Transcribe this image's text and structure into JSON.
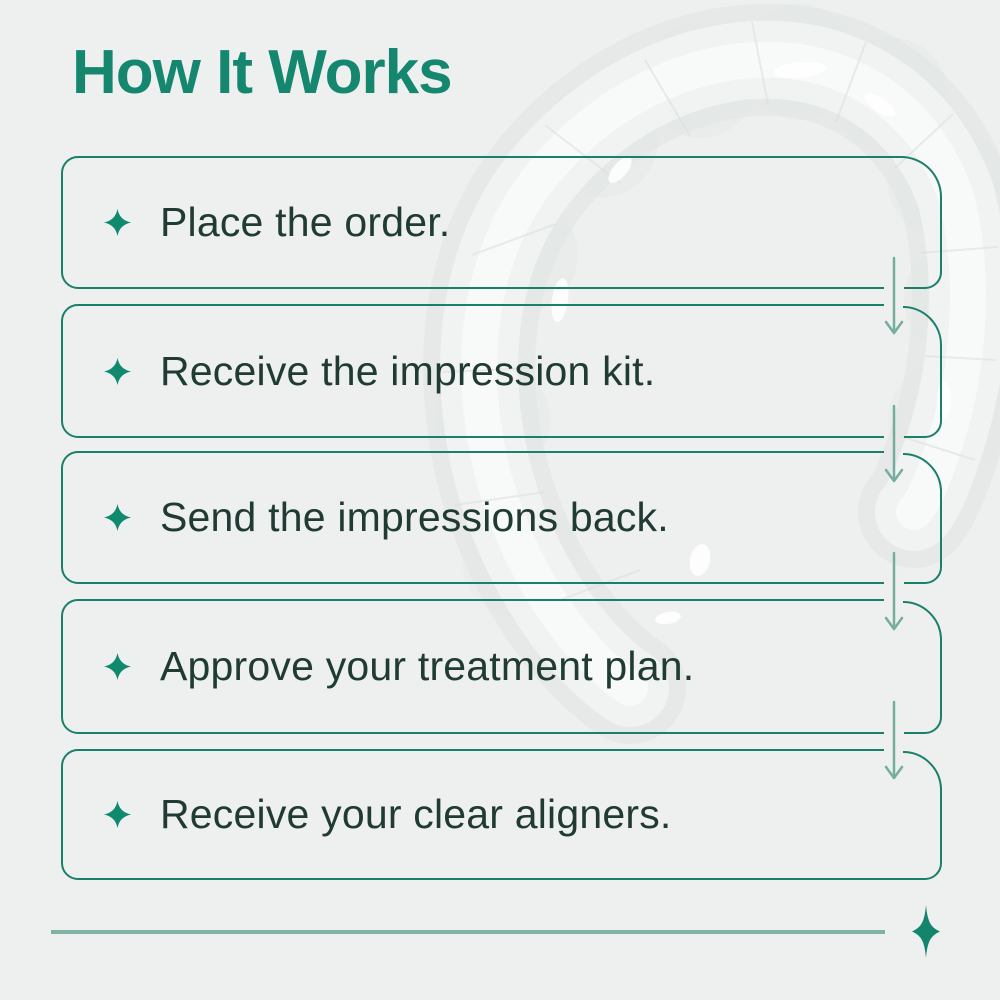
{
  "page": {
    "title": "How It Works",
    "background_color": "#eef0ef"
  },
  "colors": {
    "title_text": "#14876e",
    "box_border": "#1b7f6b",
    "step_text": "#203b34",
    "step_bullet_icon": "#0f8a6e",
    "arrow": "#76ad9f",
    "divider_line": "#7fb3a5",
    "divider_sparkle": "#13856b"
  },
  "icons": {
    "step_bullet": "four-point-sparkle-icon",
    "divider_end": "four-point-sparkle-icon",
    "connector": "down-arrow"
  },
  "steps": [
    {
      "label": "Place the order."
    },
    {
      "label": "Receive the impression kit."
    },
    {
      "label": "Send the impressions back."
    },
    {
      "label": "Approve your treatment plan."
    },
    {
      "label": "Receive your clear aligners."
    }
  ],
  "background_art": "faint translucent clear-aligner arch photo"
}
